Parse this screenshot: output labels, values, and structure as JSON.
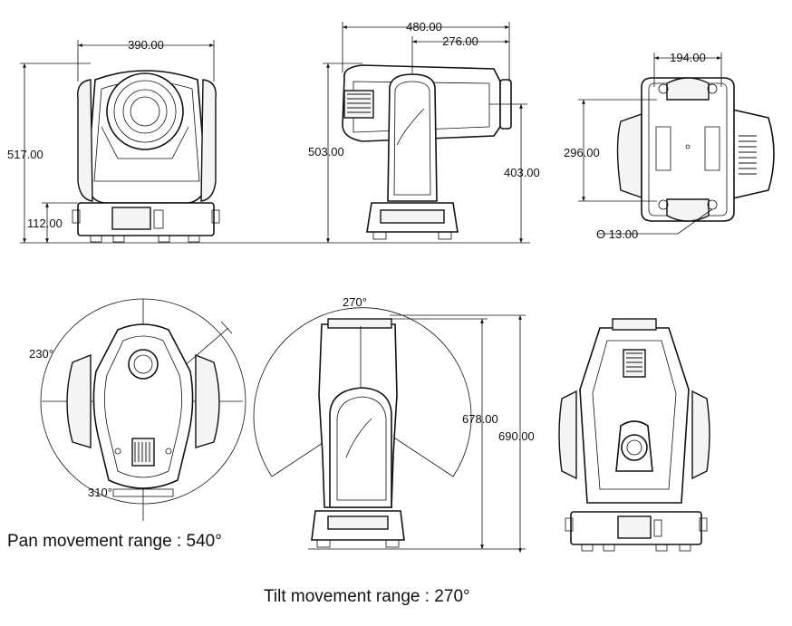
{
  "dimensions": {
    "front_width": "390.00",
    "front_height": "517.00",
    "front_base_height": "112.00",
    "side_length": "480.00",
    "side_offset": "276.00",
    "side_height": "503.00",
    "side_pivot_height": "403.00",
    "top_width": "194.00",
    "top_depth": "296.00",
    "top_hole": "O 13.00",
    "tilt_angle": "270°",
    "pan_angle_a": "230°",
    "pan_angle_b": "310°",
    "tilt_height_inner": "678.00",
    "tilt_height_outer": "690.00"
  },
  "captions": {
    "pan": "Pan movement range : 540°",
    "tilt": "Tilt movement range : 270°"
  }
}
